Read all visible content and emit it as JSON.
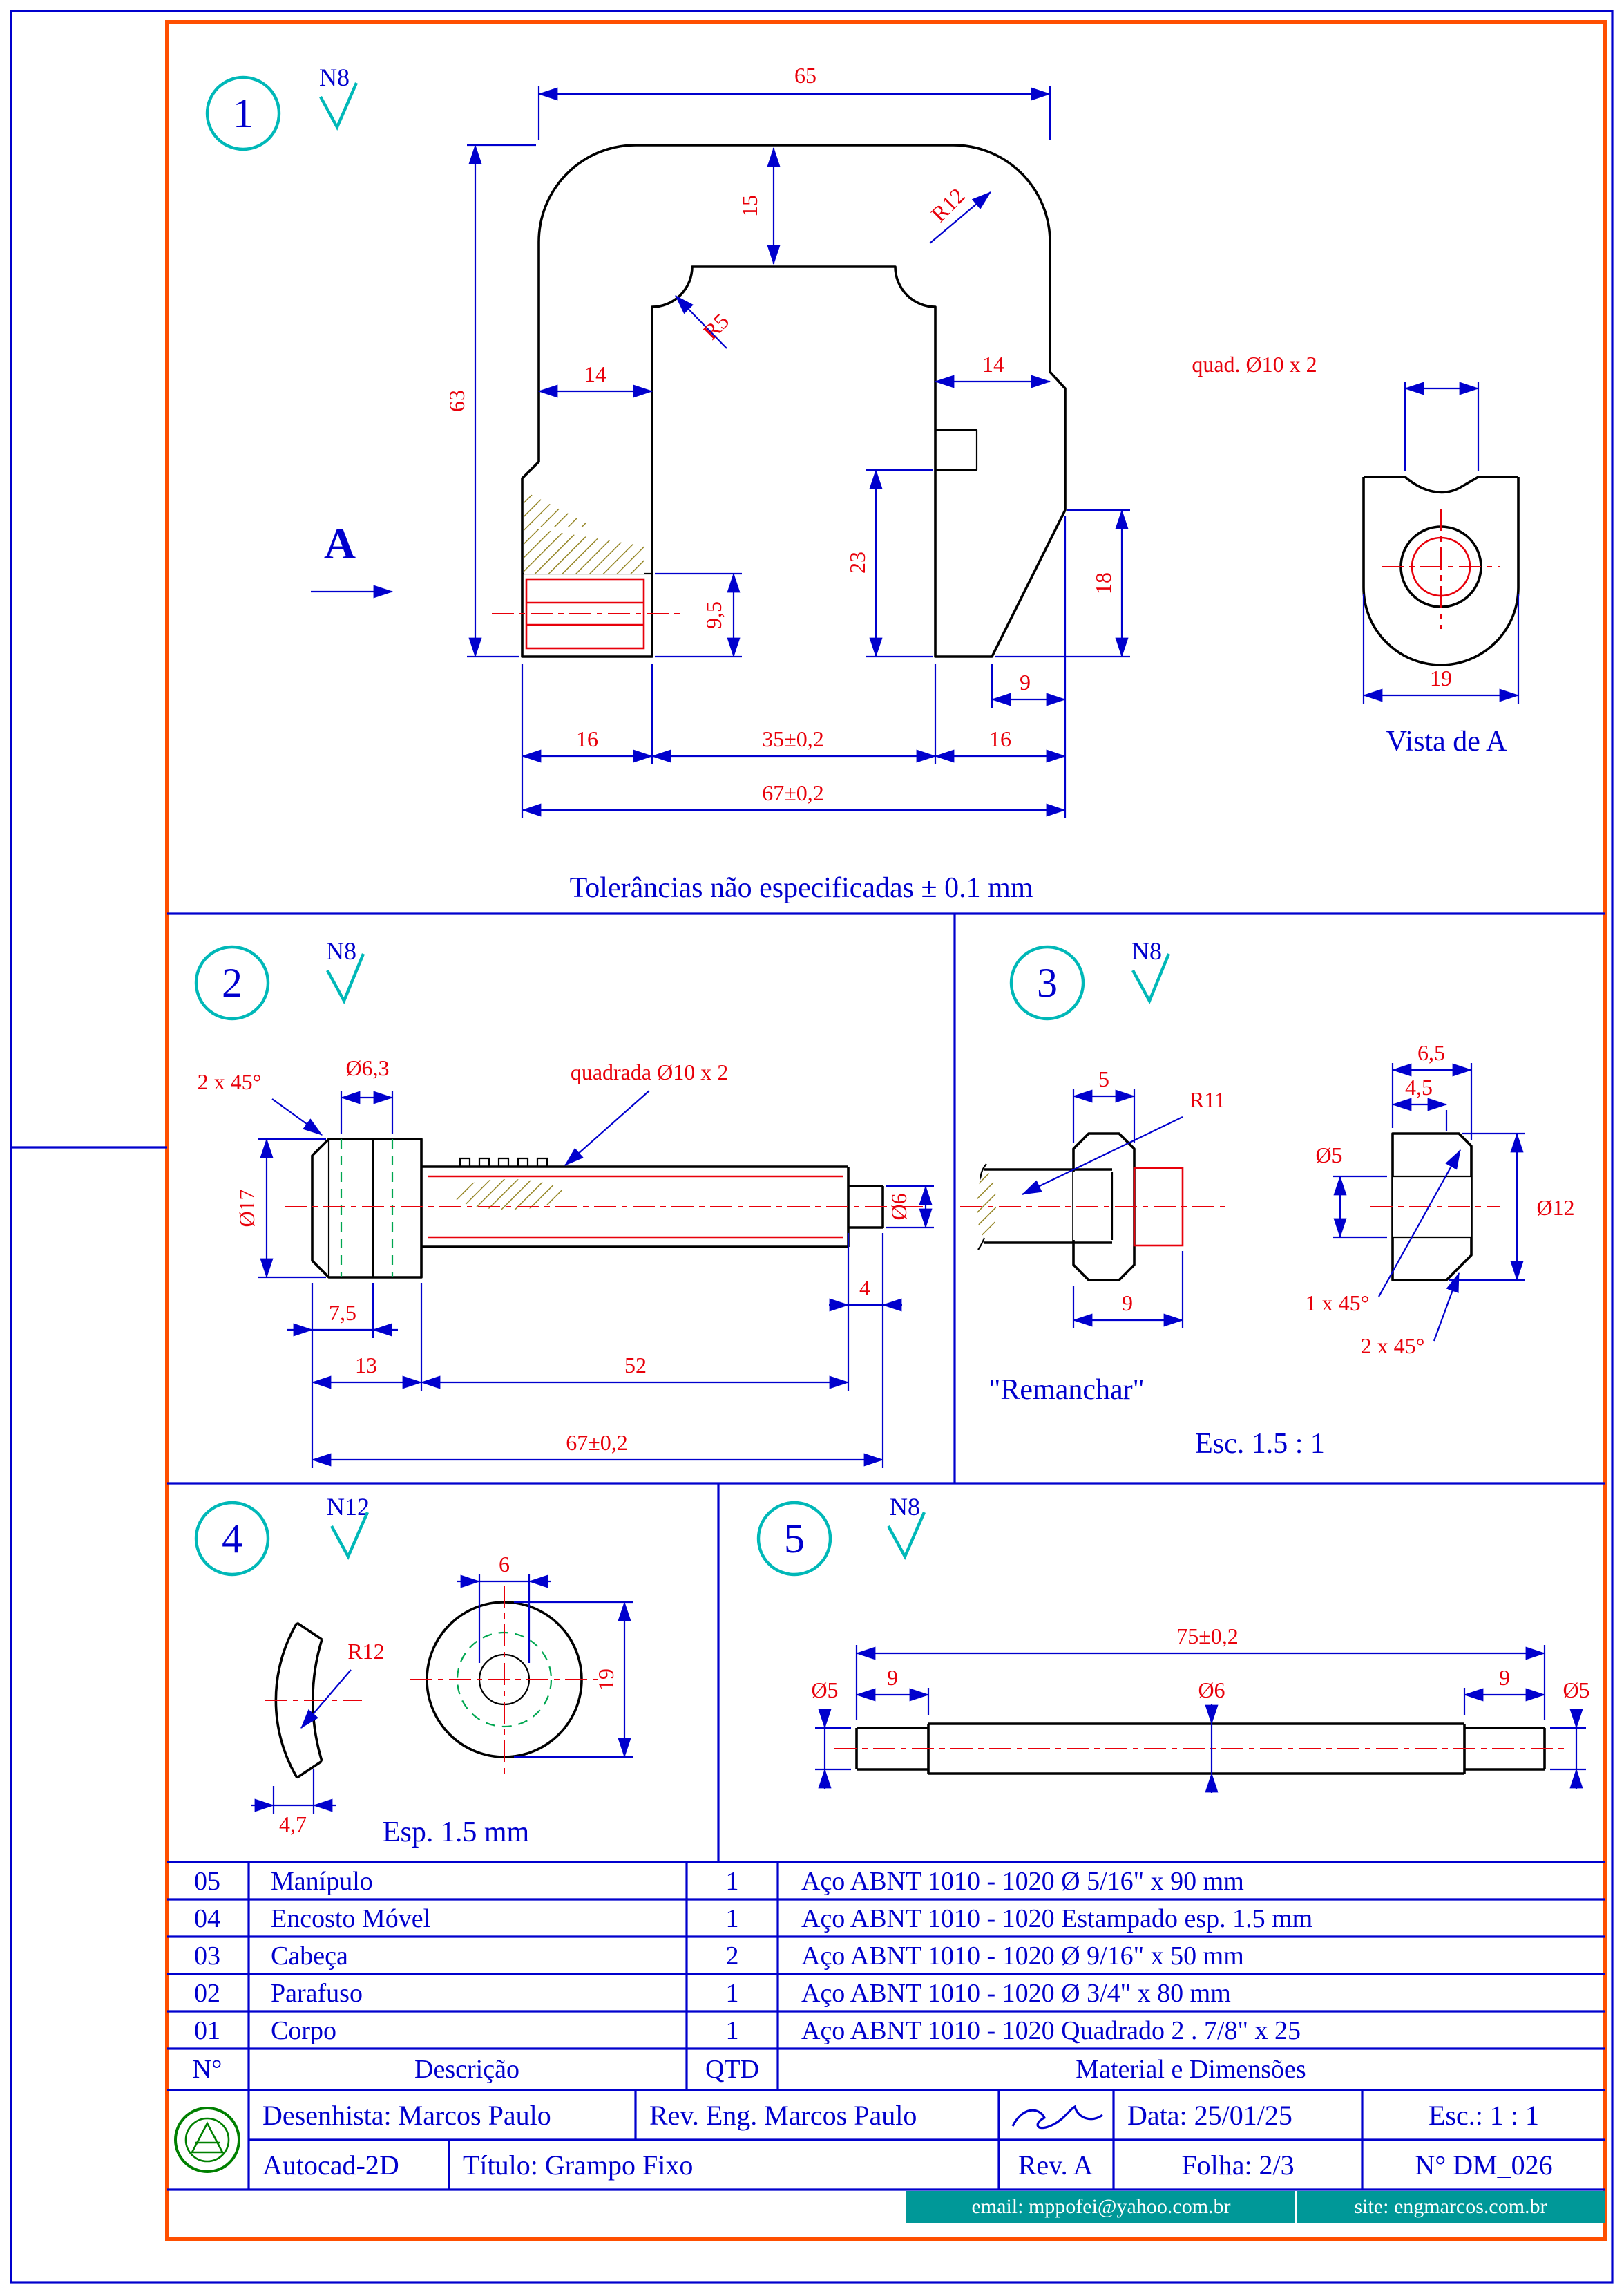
{
  "frame": {
    "tolerance_note": "Tolerâncias não especificadas ± 0.1 mm"
  },
  "part1": {
    "balloon": "1",
    "finish": "N8",
    "view_arrow_label": "A",
    "dim_top_width": "65",
    "dim_bar_thickness": "15",
    "dim_r12": "R12",
    "dim_r5": "R5",
    "dim_left_wall": "14",
    "dim_right_wall": "14",
    "dim_height": "63",
    "dim_inner_right_height": "23",
    "dim_right_outer_height": "18",
    "dim_boss_height": "9,5",
    "dim_foot_cut": "9",
    "dim_left_foot": "16",
    "dim_opening": "35±0,2",
    "dim_right_foot": "16",
    "dim_total_width": "67±0,2",
    "square_hole_note": "quad. Ø10 x 2",
    "vista_label": "Vista de A",
    "vista_width": "19"
  },
  "part2": {
    "balloon": "2",
    "finish": "N8",
    "dim_chamfer": "2 x 45°",
    "dim_cross_hole": "Ø6,3",
    "thread_note": "quadrada Ø10 x 2",
    "dim_head_dia": "Ø17",
    "dim_tip_dia": "Ø6",
    "dim_head_chamfer_len": "7,5",
    "dim_head_len": "13",
    "dim_thread_len": "52",
    "dim_tip_len": "4",
    "dim_total_len": "67±0,2"
  },
  "part3": {
    "balloon": "3",
    "finish": "N8",
    "note": "\"Remanchar\"",
    "scale_note": "Esc. 1.5 : 1",
    "dim_body_len": "5",
    "dim_r11": "R11",
    "dim_total_len": "9",
    "dim_width": "6,5",
    "dim_shoulder": "4,5",
    "dim_hole": "Ø5",
    "dim_dia": "Ø12",
    "dim_chamfer1": "1 x 45°",
    "dim_chamfer2": "2 x 45°"
  },
  "part4": {
    "balloon": "4",
    "finish": "N12",
    "thickness_note": "Esp. 1.5 mm",
    "dim_r12": "R12",
    "dim_cap_depth": "4,7",
    "dim_hole": "6",
    "dim_dia": "19"
  },
  "part5": {
    "balloon": "5",
    "finish": "N8",
    "dim_total_len": "75±0,2",
    "dim_dia_left": "Ø5",
    "dim_seg_left": "9",
    "dim_dia_mid": "Ø6",
    "dim_seg_right": "9",
    "dim_dia_right": "Ø5"
  },
  "parts_table": {
    "header": {
      "num": "N°",
      "desc": "Descrição",
      "qty": "QTD",
      "material": "Material e Dimensões"
    },
    "rows": [
      {
        "num": "05",
        "desc": "Manípulo",
        "qty": "1",
        "material": "Aço ABNT 1010 - 1020  Ø 5/16\" x 90 mm"
      },
      {
        "num": "04",
        "desc": "Encosto Móvel",
        "qty": "1",
        "material": "Aço ABNT 1010 - 1020 Estampado esp. 1.5 mm"
      },
      {
        "num": "03",
        "desc": "Cabeça",
        "qty": "2",
        "material": "Aço ABNT 1010 - 1020 Ø 9/16\" x 50 mm"
      },
      {
        "num": "02",
        "desc": "Parafuso",
        "qty": "1",
        "material": "Aço ABNT 1010 - 1020  Ø 3/4\" x 80 mm"
      },
      {
        "num": "01",
        "desc": "Corpo",
        "qty": "1",
        "material": "Aço ABNT 1010 - 1020  Quadrado 2 . 7/8\" x 25"
      }
    ]
  },
  "title_block": {
    "drafter": "Desenhista: Marcos Paulo",
    "reviewer": "Rev. Eng. Marcos Paulo",
    "date": "Data: 25/01/25",
    "scale": "Esc.: 1 : 1",
    "software": "Autocad-2D",
    "title": "Título: Grampo Fixo",
    "revision": "Rev. A",
    "sheet": "Folha: 2/3",
    "number": "N° DM_026",
    "email": "email: mppofei@yahoo.com.br",
    "site": "site: engmarcos.com.br"
  }
}
